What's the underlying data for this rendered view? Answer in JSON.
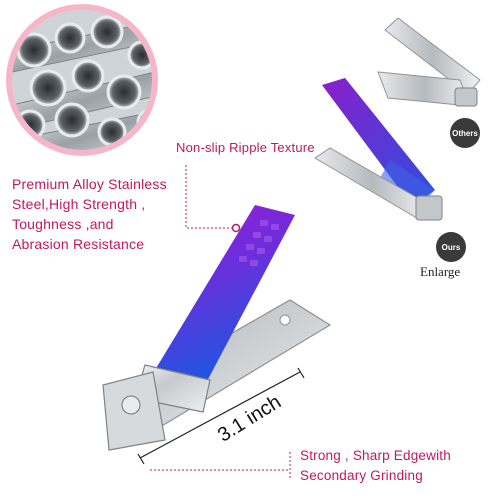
{
  "features": {
    "material": "Premium Alloy Stainless Steel,High Strength , Toughness ,and Abrasion Resistance",
    "material_lines": [
      "Premium Alloy Stainless",
      "Steel,High Strength ,",
      "Toughness ,and",
      "Abrasion Resistance"
    ],
    "texture": "Non-slip Ripple Texture",
    "edge_lines": [
      "Strong , Sharp Edgewith",
      "Secondary Grinding"
    ],
    "size": "3.1 inch"
  },
  "comparison": {
    "others_label": "Others",
    "ours_label": "Ours",
    "enlarge_label": "Enlarge"
  },
  "colors": {
    "accent_pink": "#c2185b",
    "circle_border": "#f7b6c8",
    "handle_purple": "#8a1fc9",
    "handle_blue": "#2b4fe0"
  }
}
